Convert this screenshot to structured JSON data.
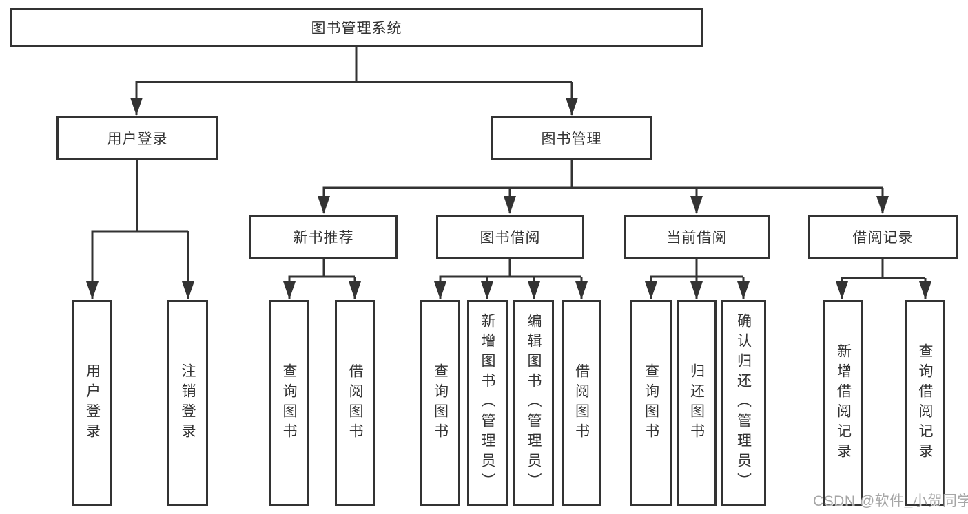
{
  "diagram_title": "图书管理系统",
  "nodes": {
    "root": "图书管理系统",
    "user_login": "用户登录",
    "book_mgmt": "图书管理",
    "leaf_user_login": "用户登录",
    "leaf_logout": "注销登录",
    "new_book_rec": "新书推荐",
    "book_borrow": "图书借阅",
    "current_borrow": "当前借阅",
    "borrow_records": "借阅记录",
    "nb_query_books": "查询图书",
    "nb_borrow_books": "借阅图书",
    "bb_query_books": "查询图书",
    "bb_add_books": "新增图书（管理员）",
    "bb_edit_books": "编辑图书（管理员）",
    "bb_borrow_books": "借阅图书",
    "cb_query_books": "查询图书",
    "cb_return_books": "归还图书",
    "cb_confirm_return": "确认归还（管理员）",
    "br_add_record": "新增借阅记录",
    "br_query_record": "查询借阅记录"
  },
  "watermark": "CSDN @软件_小贺同学",
  "colors": {
    "line": "#333333",
    "text": "#333333",
    "box_background": "#ffffff",
    "page_background": "#ffffff",
    "watermark": "#a6a6a6"
  }
}
